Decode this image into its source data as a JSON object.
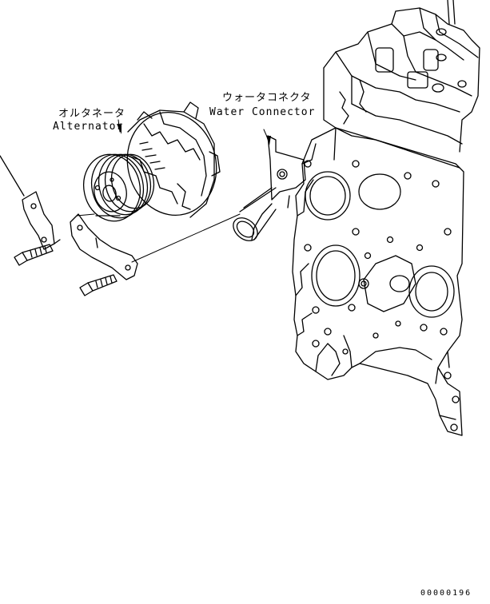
{
  "labels": {
    "alternator_jp": "オルタネータ",
    "alternator_en": "Alternator",
    "water_connector_jp": "ウォータコネクタ",
    "water_connector_en": "Water Connector"
  },
  "reference_number": "00000196",
  "colors": {
    "line": "#000000",
    "background": "#ffffff"
  }
}
